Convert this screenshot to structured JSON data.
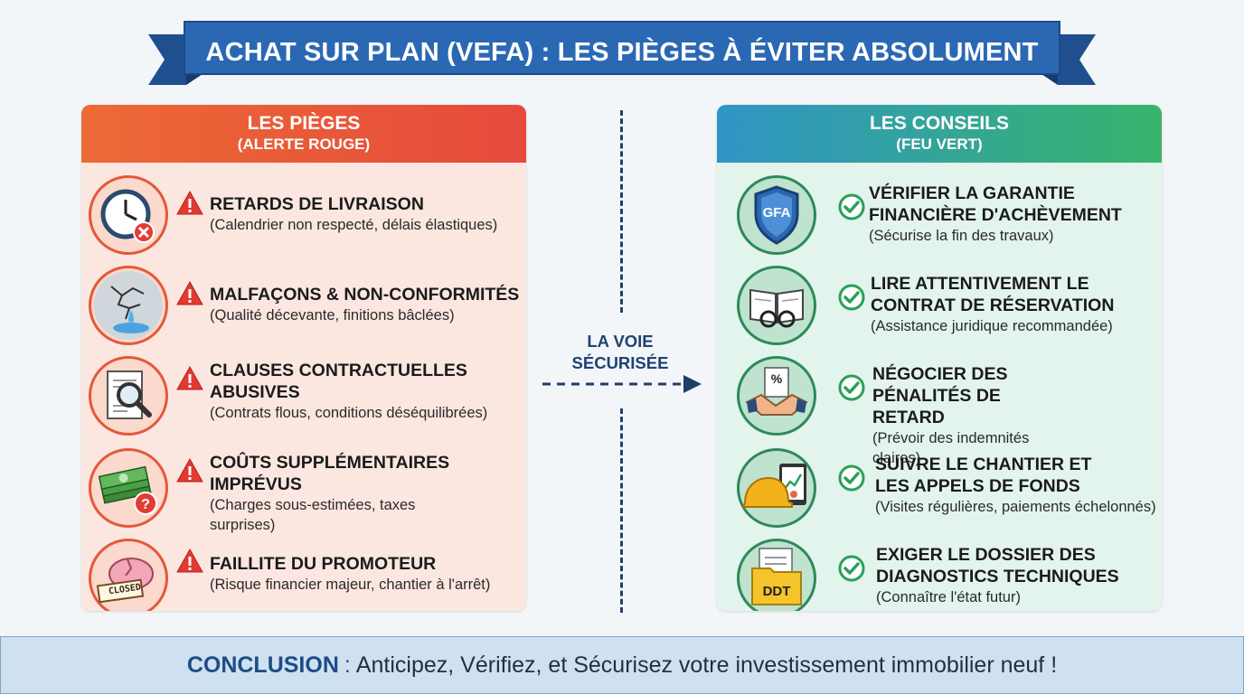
{
  "title": "ACHAT SUR PLAN (VEFA) : LES PIÈGES À ÉVITER ABSOLUMENT",
  "left_panel": {
    "title": "LES PIÈGES",
    "subtitle": "(ALERTE ROUGE)",
    "items": [
      {
        "title": "RETARDS DE LIVRAISON",
        "desc": "(Calendrier non respecté, délais élastiques)",
        "icon": "clock-icon"
      },
      {
        "title": "MALFAÇONS & NON-CONFORMITÉS",
        "desc": "(Qualité décevante, finitions bâclées)",
        "icon": "cracked-wall-icon"
      },
      {
        "title": "CLAUSES CONTRACTUELLES ABUSIVES",
        "desc": "(Contrats flous, conditions déséquilibrées)",
        "icon": "contract-magnifier-icon"
      },
      {
        "title": "COÛTS SUPPLÉMENTAIRES IMPRÉVUS",
        "desc": "(Charges sous-estimées, taxes surprises)",
        "icon": "money-stack-icon"
      },
      {
        "title": "FAILLITE DU PROMOTEUR",
        "desc": "(Risque financier majeur, chantier à l'arrêt)",
        "icon": "broken-piggy-bank-icon",
        "sign": "CLOSED"
      }
    ]
  },
  "right_panel": {
    "title": "LES CONSEILS",
    "subtitle": "(FEU VERT)",
    "items": [
      {
        "title": "VÉRIFIER LA GARANTIE FINANCIÈRE D'ACHÈVEMENT",
        "desc": "(Sécurise la fin des travaux)",
        "icon": "shield-icon",
        "icon_text": "GFA"
      },
      {
        "title": "LIRE ATTENTIVEMENT LE CONTRAT DE RÉSERVATION",
        "desc": "(Assistance juridique recommandée)",
        "icon": "book-glasses-icon"
      },
      {
        "title": "NÉGOCIER DES PÉNALITÉS DE RETARD",
        "desc": "(Prévoir des indemnités claires)",
        "icon": "handshake-icon",
        "icon_text": "%"
      },
      {
        "title": "SUIVRE LE CHANTIER ET LES APPELS DE FONDS",
        "desc": "(Visites régulières, paiements échelonnés)",
        "icon": "hardhat-tablet-icon"
      },
      {
        "title": "EXIGER LE DOSSIER DES DIAGNOSTICS TECHNIQUES",
        "desc": "(Connaître l'état futur)",
        "icon": "folder-icon",
        "icon_text": "DDT"
      }
    ]
  },
  "middle": {
    "label_line1": "LA VOIE",
    "label_line2": "SÉCURISÉE"
  },
  "conclusion": {
    "label": "CONCLUSION",
    "separator": ":",
    "text": "Anticipez, Vérifiez, et Sécurisez votre investissement immobilier neuf !"
  },
  "colors": {
    "banner_blue": "#2a68b3",
    "alert_red": "#e54a3c",
    "advice_green": "#38b46a",
    "check_green": "#2aa05a"
  }
}
